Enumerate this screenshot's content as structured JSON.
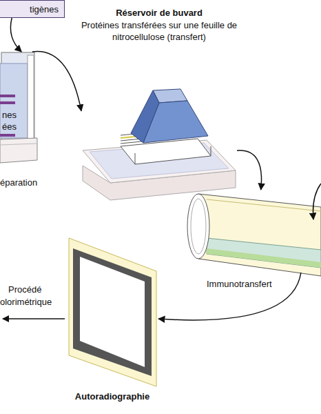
{
  "diagram": {
    "nodes": [
      {
        "text": [
          "tigènes"
        ]
      },
      {
        "text": [
          "nes ées",
          "éparation"
        ]
      },
      {
        "text": [
          "Réservoir de buvard",
          "Protéines transférées sur une feuille de nitrocellulose (transfert)"
        ]
      },
      {
        "text": [
          "Immunotransfert"
        ]
      },
      {
        "text": [
          "Autoradiographie"
        ]
      }
    ],
    "edges": [
      {
        "from": 0,
        "to": 1,
        "arrow": "to"
      },
      {
        "from": 1,
        "to": 2,
        "arrow": "to"
      },
      {
        "from": 2,
        "to": 3,
        "arrow": "to"
      },
      {
        "from": 3,
        "to": 4,
        "arrow": "to"
      }
    ],
    "labels": [
      "Procédé",
      "olorimétrique"
    ]
  }
}
